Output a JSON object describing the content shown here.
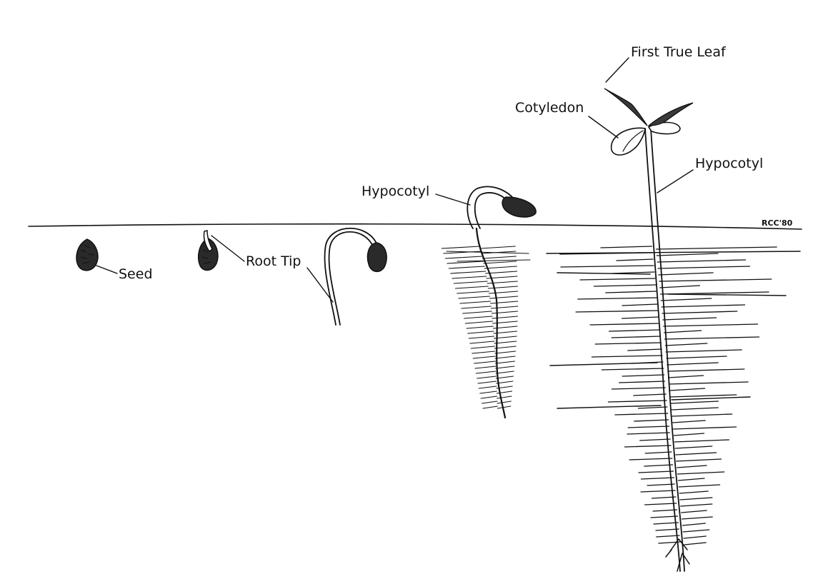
{
  "labels": {
    "seed": "Seed",
    "root_tip": "Root Tip",
    "hypocotyl_1": "Hypocotyl",
    "cotyledon": "Cotyledon",
    "first_true_leaf": "First True Leaf",
    "hypocotyl_2": "Hypocotyl"
  },
  "signature": "RCC'80",
  "colors": {
    "ink": "#111111",
    "background": "#ffffff"
  }
}
